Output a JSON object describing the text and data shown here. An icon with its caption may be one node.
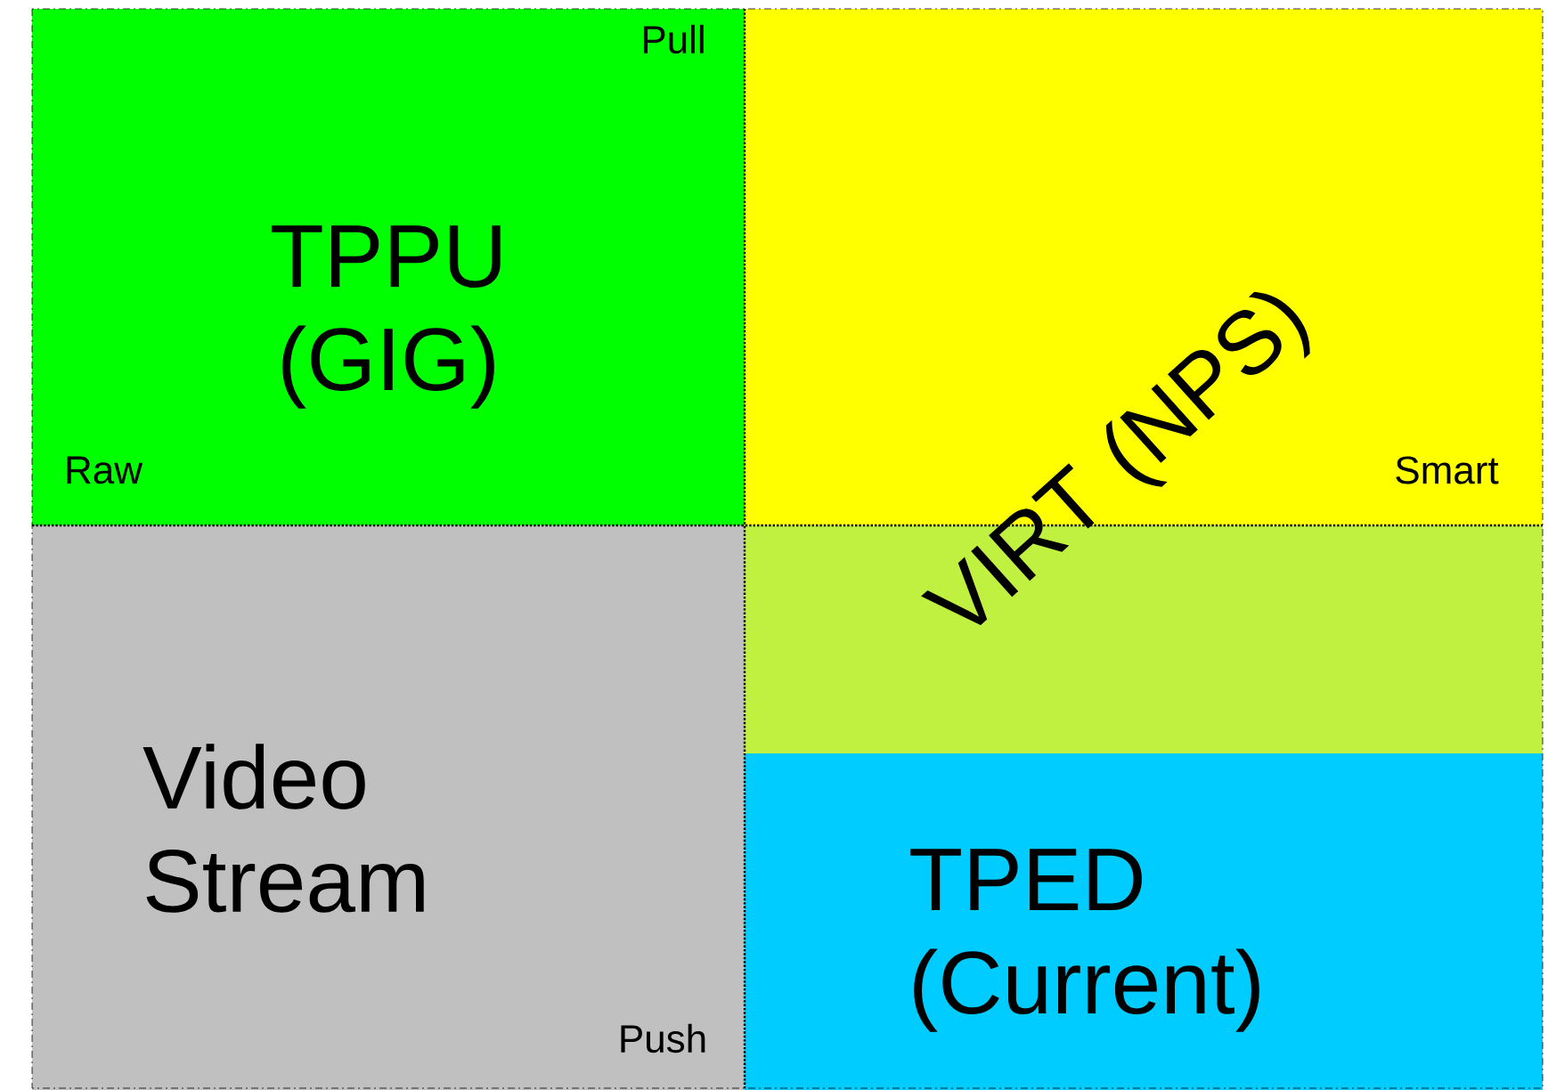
{
  "diagram": {
    "nodes": [
      {
        "text": [
          "TPPU (GIG)"
        ]
      },
      {
        "text": [
          "VIRT (NPS)"
        ]
      },
      {
        "text": [
          "Video Stream"
        ]
      },
      {
        "text": [
          "TPED (Current)"
        ]
      }
    ],
    "labels": [
      "Pull",
      "Raw",
      "Smart",
      "Push"
    ]
  }
}
